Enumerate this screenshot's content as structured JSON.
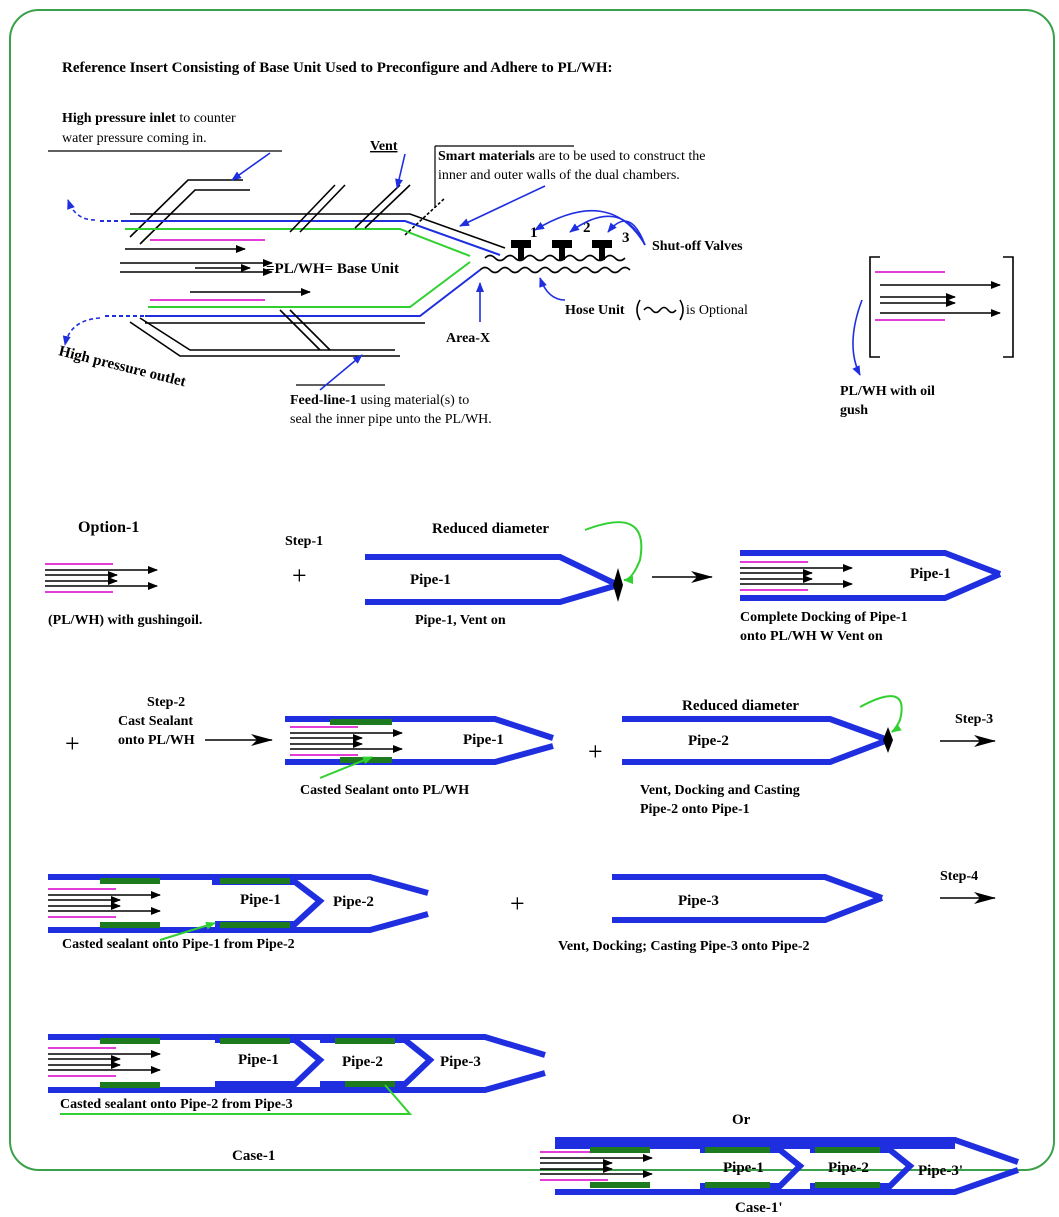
{
  "title": "Reference Insert Consisting of Base Unit Used to Preconfigure and Adhere to PL/WH:",
  "top": {
    "inlet_bold": "High pressure inlet",
    "inlet_rest": " to counter",
    "inlet_line2": "water pressure coming in.",
    "vent": "Vent",
    "smart_bold": "Smart materials",
    "smart_rest": " are to be used to construct the",
    "smart_line2": "inner and outer walls of the dual chambers.",
    "base_unit": "=PL/WH= Base Unit",
    "valve1": "1",
    "valve2": "2",
    "valve3": "3",
    "shutoff": "Shut-off Valves",
    "hose_bold": "Hose Unit",
    "hose_rest": "is Optional",
    "area_x": "Area-X",
    "outlet": "High pressure outlet",
    "feed_bold": "Feed-line-1",
    "feed_rest": " using material(s) to",
    "feed_line2": "seal the inner pipe unto the PL/WH.",
    "gush_line1": "PL/WH with oil",
    "gush_line2": "gush"
  },
  "row1": {
    "option": "Option-1",
    "step": "Step-1",
    "plus": "+",
    "reduced": "Reduced diameter",
    "pipe": "Pipe-1",
    "pl_caption": "(PL/WH) with gushingoil.",
    "pipe_caption": "Pipe-1, Vent on",
    "docked_pipe": "Pipe-1",
    "docked_line1": "Complete Docking of Pipe-1",
    "docked_line2": "onto PL/WH W Vent on"
  },
  "row2": {
    "plus1": "+",
    "step": "Step-2",
    "cast1": "Cast Sealant",
    "cast2": "onto PL/WH",
    "pipe1": "Pipe-1",
    "sealant": "Casted Sealant onto PL/WH",
    "plus2": "+",
    "reduced": "Reduced diameter",
    "pipe2": "Pipe-2",
    "vent1": "Vent, Docking and Casting",
    "vent2": "Pipe-2 onto Pipe-1",
    "step3": "Step-3"
  },
  "row3": {
    "pipe1": "Pipe-1",
    "pipe2": "Pipe-2",
    "sealant": "Casted sealant onto Pipe-1 from Pipe-2",
    "plus": "+",
    "pipe3": "Pipe-3",
    "vent": "Vent, Docking; Casting Pipe-3 onto Pipe-2",
    "step4": "Step-4"
  },
  "row4": {
    "pipe1": "Pipe-1",
    "pipe2": "Pipe-2",
    "pipe3": "Pipe-3",
    "sealant": "Casted sealant onto Pipe-2 from Pipe-3",
    "case1": "Case-1",
    "or": "Or",
    "alt_pipe1": "Pipe-1",
    "alt_pipe2": "Pipe-2",
    "alt_pipe3": "Pipe-3'",
    "case1p": "Case-1'"
  },
  "colors": {
    "pipe": "#1f2fe0",
    "frame": "#3aa14a",
    "inner_line": "#2fd02f",
    "gush_line": "#e020d0",
    "sealant": "#1e7a1e"
  }
}
